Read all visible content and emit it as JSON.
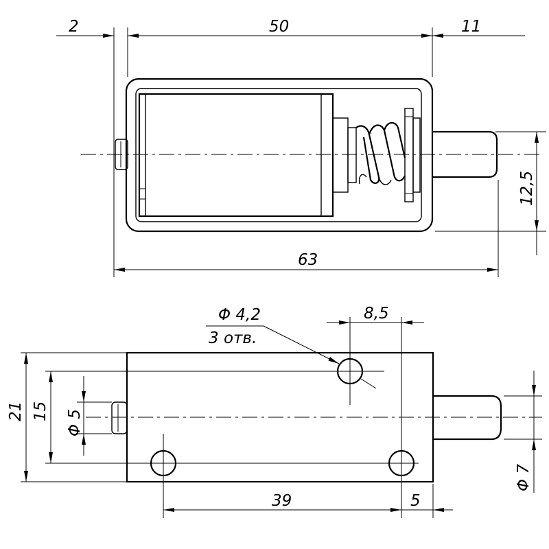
{
  "top_view": {
    "dim_2": "2",
    "dim_50": "50",
    "dim_11": "11",
    "dim_12_5": "12,5",
    "dim_63": "63"
  },
  "bottom_view": {
    "hole_diameter": "Φ 4,2",
    "hole_count": "3 отв.",
    "dim_8_5": "8,5",
    "dim_21": "21",
    "dim_15": "15",
    "dim_d5": "Φ 5",
    "dim_39": "39",
    "dim_5": "5",
    "dim_d7": "Φ 7"
  }
}
